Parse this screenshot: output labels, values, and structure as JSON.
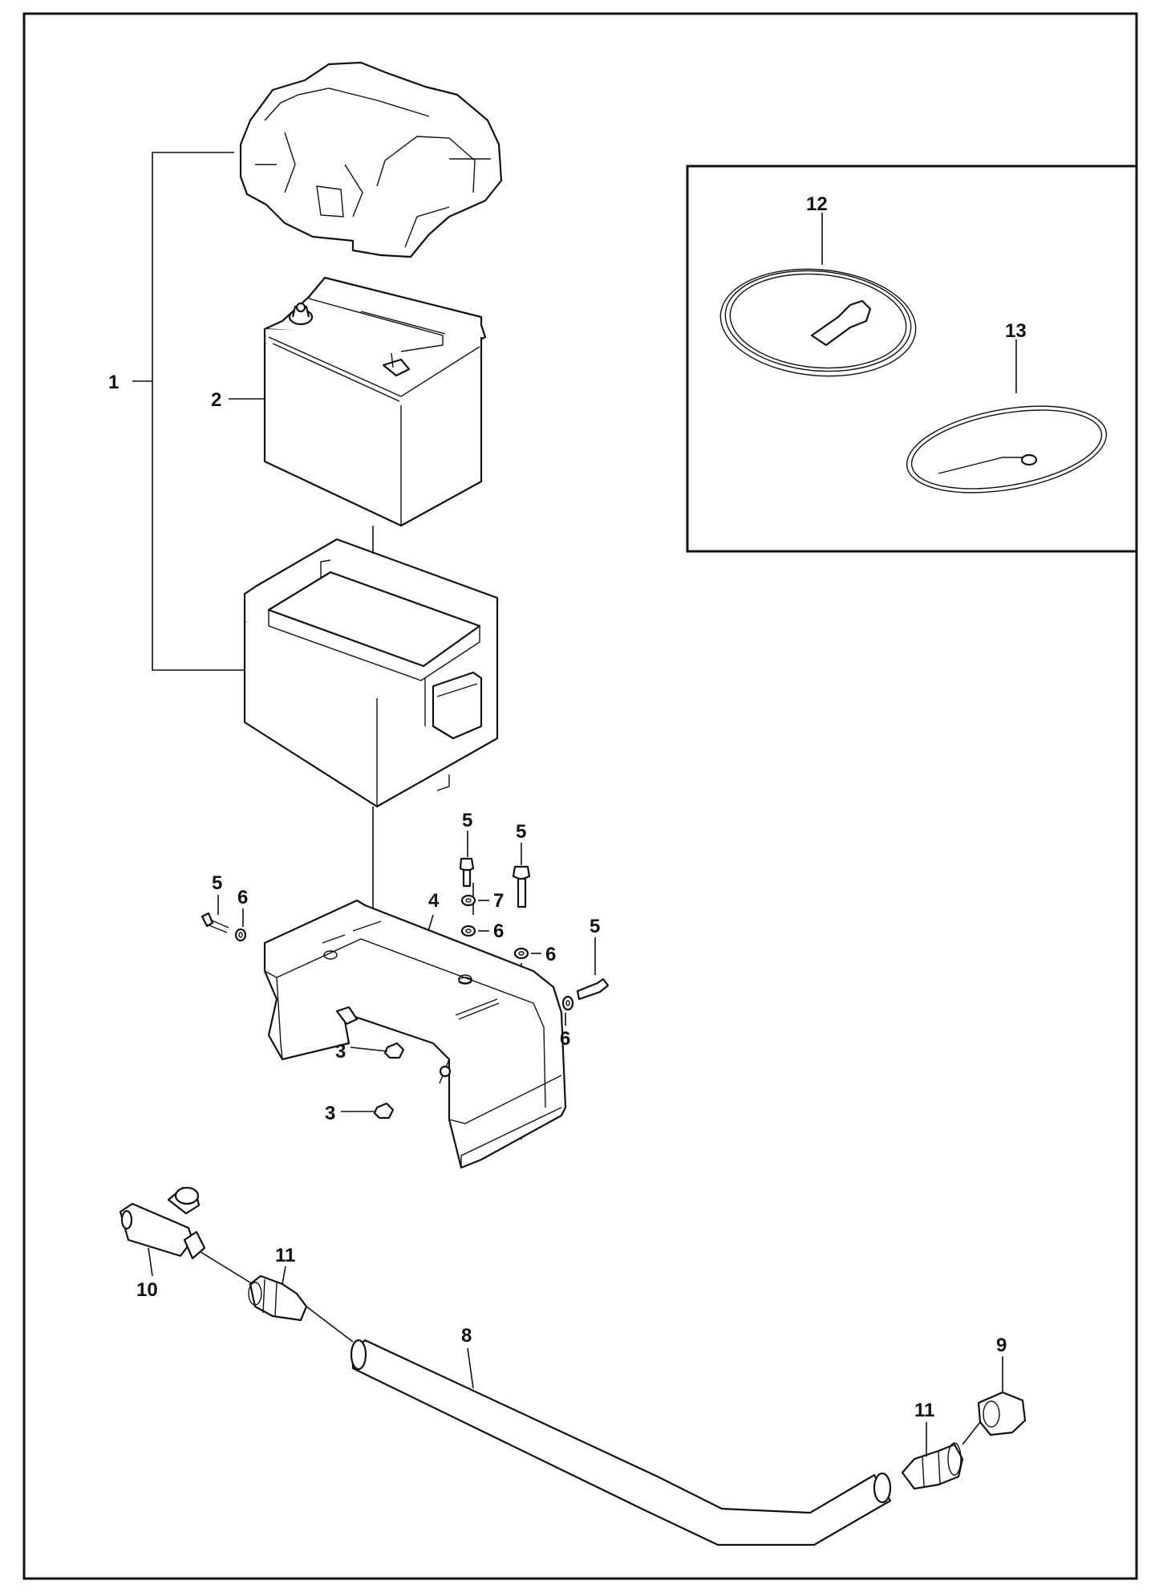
{
  "callouts": {
    "c1": "1",
    "c2": "2",
    "c3a": "3",
    "c3b": "3",
    "c4": "4",
    "c5a": "5",
    "c5b": "5",
    "c5c": "5",
    "c5d": "5",
    "c6a": "6",
    "c6b": "6",
    "c6c": "6",
    "c6d": "6",
    "c7": "7",
    "c8": "8",
    "c9": "9",
    "c10": "10",
    "c11a": "11",
    "c11b": "11",
    "c12": "12",
    "c13": "13"
  }
}
